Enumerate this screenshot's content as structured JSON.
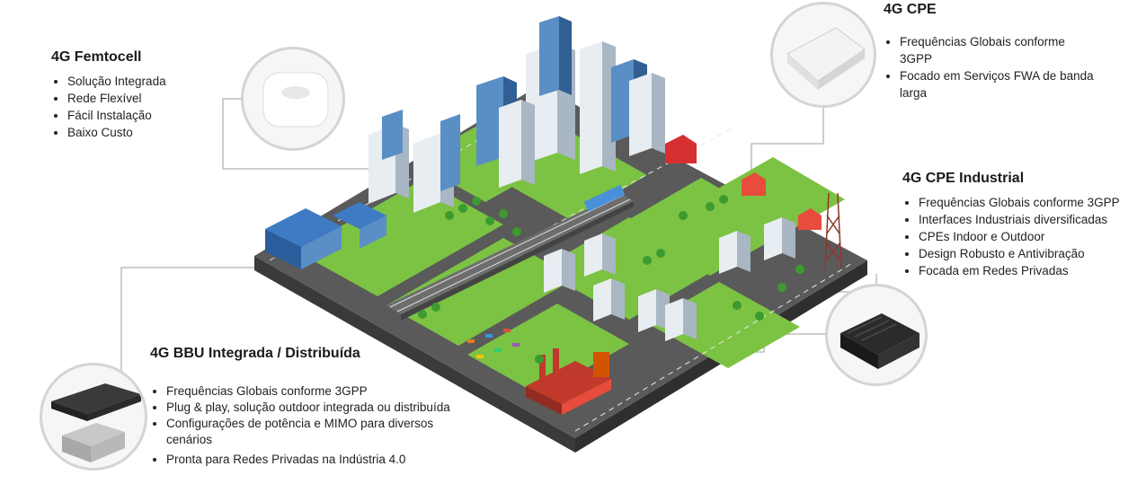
{
  "femtocell": {
    "title": "4G Femtocell",
    "items": [
      "Solução Integrada",
      "Rede Flexível",
      "Fácil Instalação",
      "Baixo Custo"
    ]
  },
  "cpe": {
    "title": "4G CPE",
    "items": [
      "Frequências Globais conforme 3GPP",
      "Focado em Serviços FWA de banda larga"
    ]
  },
  "cpe_industrial": {
    "title": "4G CPE Industrial",
    "items": [
      "Frequências Globais conforme 3GPP",
      "Interfaces Industriais diversificadas",
      "CPEs Indoor e Outdoor",
      "Design Robusto e Antivibração",
      "Focada em Redes Privadas"
    ]
  },
  "bbu": {
    "title": "4G BBU Integrada / Distribuída",
    "items": [
      "Frequências Globais conforme 3GPP",
      "Plug & play, solução outdoor integrada ou distribuída",
      "Configurações de potência e MIMO para diversos cenários",
      "Pronta para Redes Privadas na Indústria 4.0"
    ]
  },
  "colors": {
    "grass": "#7cc243",
    "road": "#5a5a5a",
    "connector": "#bdbdbd",
    "building_blue": "#5a8fc6",
    "building_white": "#e8edf2"
  },
  "icons": [
    "femtocell-device-icon",
    "cpe-device-icon",
    "industrial-cpe-device-icon",
    "bbu-rack-device-icon",
    "bbu-outdoor-unit-icon",
    "city-illustration"
  ]
}
